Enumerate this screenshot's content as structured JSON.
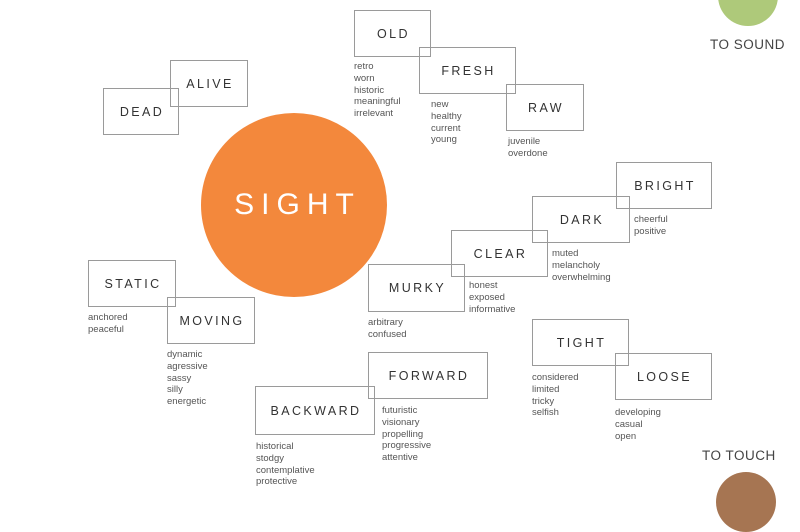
{
  "center": {
    "label": "SIGHT",
    "color": "#f3883c"
  },
  "links": [
    {
      "label": "TO SOUND",
      "color": "#aec97a"
    },
    {
      "label": "TO TOUCH",
      "color": "#a67552"
    }
  ],
  "pairs": [
    {
      "a": {
        "label": "DEAD",
        "words": []
      },
      "b": {
        "label": "ALIVE",
        "words": []
      }
    },
    {
      "a": {
        "label": "OLD",
        "words": [
          "retro",
          "worn",
          "historic",
          "meaningful",
          "irrelevant"
        ]
      },
      "b": {
        "label": "FRESH",
        "words": [
          "new",
          "healthy",
          "current",
          "young"
        ]
      },
      "c": {
        "label": "RAW",
        "words": [
          "juvenile",
          "overdone"
        ]
      }
    },
    {
      "a": {
        "label": "STATIC",
        "words": [
          "anchored",
          "peaceful"
        ]
      },
      "b": {
        "label": "MOVING",
        "words": [
          "dynamic",
          "agressive",
          "sassy",
          "silly",
          "energetic"
        ]
      }
    },
    {
      "a": {
        "label": "BRIGHT",
        "words": [
          "cheerful",
          "positive"
        ]
      },
      "b": {
        "label": "DARK",
        "words": [
          "muted",
          "melancholy",
          "overwhelming"
        ]
      }
    },
    {
      "a": {
        "label": "CLEAR",
        "words": [
          "honest",
          "exposed",
          "informative"
        ]
      },
      "b": {
        "label": "MURKY",
        "words": [
          "arbitrary",
          "confused"
        ]
      }
    },
    {
      "a": {
        "label": "TIGHT",
        "words": [
          "considered",
          "limited",
          "tricky",
          "selfish"
        ]
      },
      "b": {
        "label": "LOOSE",
        "words": [
          "developing",
          "casual",
          "open"
        ]
      }
    },
    {
      "a": {
        "label": "FORWARD",
        "words": [
          "futuristic",
          "visionary",
          "propelling",
          "progressive",
          "attentive"
        ]
      },
      "b": {
        "label": "BACKWARD",
        "words": [
          "historical",
          "stodgy",
          "contemplative",
          "protective"
        ]
      }
    }
  ]
}
